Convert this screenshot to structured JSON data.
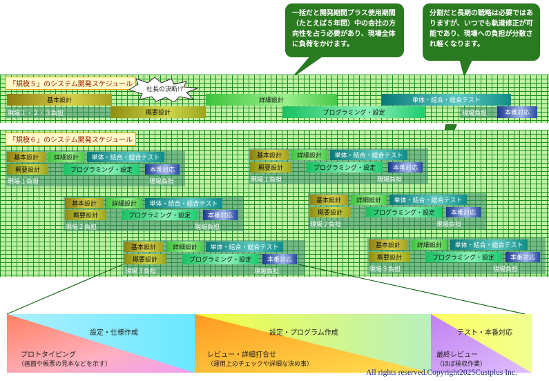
{
  "callouts": {
    "left": "一括だと開発期間プラス使用期間（たとえば５年間）中の会社の方向性を占う必要があり、現場全体に負荷をかけます。",
    "right": "分割だと長期の戦略は必要ではありますが、いつでも軌道修正が可能であり、現場への負担が分散され軽くなります。"
  },
  "scale5": {
    "title": "「規模５」のシステム開発スケジュール",
    "burst": "社長の決断!?",
    "bars": {
      "kihon": "基本設計",
      "gaiyo": "概要設計",
      "shosai": "詳細設計",
      "prog": "プログラミング・設定",
      "test": "単体・結合・総合テスト",
      "honban": "本番対応"
    },
    "load_left": "現場１・２・３負担",
    "load_right": "現場負担"
  },
  "scale6": {
    "title": "「規模６」のシステム開発スケジュール",
    "bars": {
      "kihon": "基本設計",
      "gaiyo": "概要設計",
      "shosai": "詳細設計",
      "prog": "プログラミング・設定",
      "test": "単体・結合・総合テスト",
      "honban": "本番対応"
    },
    "load_genba": "現場負担",
    "load1": "現場１負担",
    "load2": "現場２負担",
    "load3": "現場３負担"
  },
  "phases": {
    "p1_head": "設定・仕様作成",
    "p1_sub1": "プロトタイピング",
    "p1_sub2": "（画面や帳票の見本などを示す）",
    "p2_head": "設定・プログラム作成",
    "p2_sub1": "レビュー・詳細打合せ",
    "p2_sub2": "（運用上のチェックや詳細な決め事）",
    "p3_head": "テスト・本番対応",
    "p3_sub1": "最終レビュー",
    "p3_sub2": "（ほぼ検収作業）"
  },
  "copyright": "All rights reserved.Copyright2025Custplus Inc.",
  "colors": {
    "grid_bg": "#bff0a6",
    "grid_line": "#1b8f1b",
    "callout": "#2a7a20",
    "phase1": "#ff9070",
    "phase2": "#ffe040",
    "phase3": "#d090f0"
  }
}
